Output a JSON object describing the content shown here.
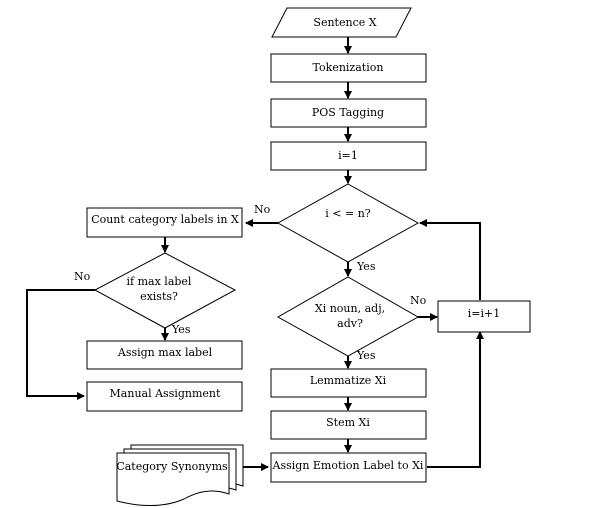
{
  "nodes": {
    "sentence": "Sentence X",
    "tokenization": "Tokenization",
    "pos_tagging": "POS Tagging",
    "init": "i=1",
    "loop_check": "i < = n?",
    "pos_check_line1": "Xi noun, adj,",
    "pos_check_line2": "adv?",
    "lemmatize": "Lemmatize Xi",
    "stem": "Stem Xi",
    "assign_emotion": "Assign Emotion Label to Xi",
    "increment": "i=i+1",
    "count_labels": "Count category labels in X",
    "max_check_line1": "if max label",
    "max_check_line2": "exists?",
    "assign_max": "Assign max label",
    "manual": "Manual Assignment",
    "synonyms": "Category Synonyms"
  },
  "edge_labels": {
    "loop_no": "No",
    "loop_yes": "Yes",
    "pos_no": "No",
    "pos_yes": "Yes",
    "max_no": "No",
    "max_yes": "Yes"
  }
}
